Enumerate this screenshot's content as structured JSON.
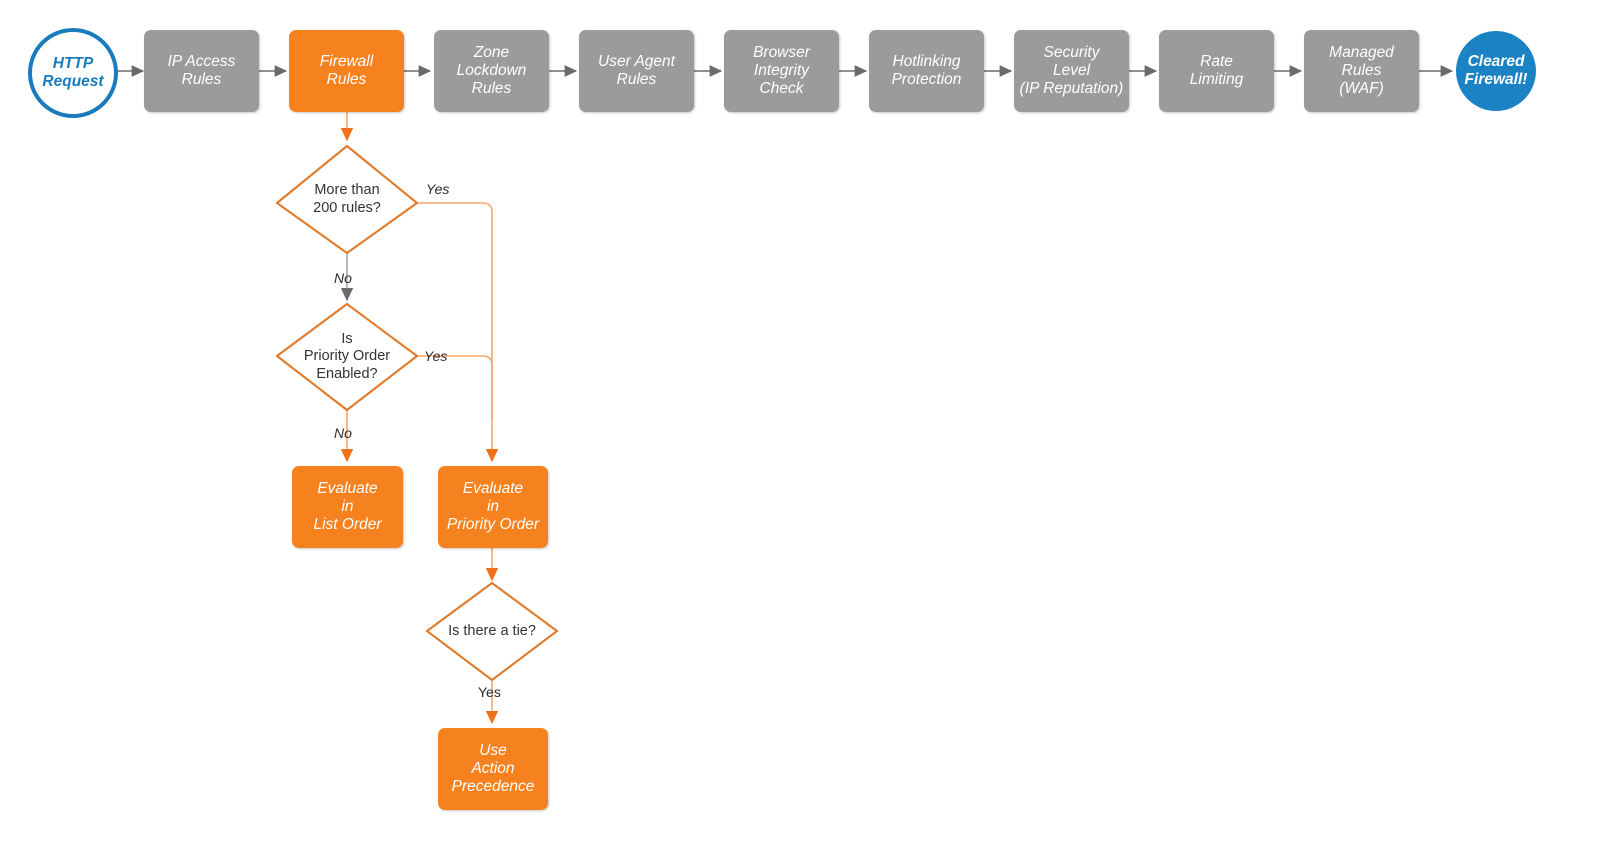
{
  "diagram": {
    "title": "Cloudflare firewall evaluation order flowchart",
    "colors": {
      "orange": "#f6821f",
      "orange_light": "#f9a56a",
      "gray": "#9b9b9b",
      "blue": "#1b82c4",
      "blue_border": "#1b7cbd",
      "text_dark": "#333333",
      "background": "#ffffff"
    }
  },
  "pipeline": {
    "start": {
      "label": "HTTP Request",
      "line1": "HTTP",
      "line2": "Request",
      "shape": "circle",
      "color": "blue-outline"
    },
    "steps": [
      {
        "id": "ip-access-rules",
        "lines": [
          "IP Access",
          "Rules"
        ],
        "color": "gray"
      },
      {
        "id": "firewall-rules",
        "lines": [
          "Firewall",
          "Rules"
        ],
        "color": "orange"
      },
      {
        "id": "zone-lockdown-rules",
        "lines": [
          "Zone",
          "Lockdown",
          "Rules"
        ],
        "color": "gray"
      },
      {
        "id": "user-agent-rules",
        "lines": [
          "User Agent",
          "Rules"
        ],
        "color": "gray"
      },
      {
        "id": "browser-integrity",
        "lines": [
          "Browser",
          "Integrity",
          "Check"
        ],
        "color": "gray"
      },
      {
        "id": "hotlinking",
        "lines": [
          "Hotlinking",
          "Protection"
        ],
        "color": "gray"
      },
      {
        "id": "security-level",
        "lines": [
          "Security",
          "Level",
          "(IP Reputation)"
        ],
        "color": "gray"
      },
      {
        "id": "rate-limiting",
        "lines": [
          "Rate",
          "Limiting"
        ],
        "color": "gray"
      },
      {
        "id": "managed-rules",
        "lines": [
          "Managed",
          "Rules",
          "(WAF)"
        ],
        "color": "gray"
      }
    ],
    "end": {
      "label": "Cleared Firewall!",
      "line1": "Cleared",
      "line2": "Firewall!",
      "shape": "circle",
      "color": "blue-filled"
    }
  },
  "branch": {
    "decisions": [
      {
        "id": "more-than-200-rules",
        "lines": [
          "More than",
          "200 rules?"
        ],
        "yes": "Yes",
        "no": "No"
      },
      {
        "id": "priority-order",
        "lines": [
          "Is",
          "Priority Order",
          "Enabled?"
        ],
        "yes": "Yes",
        "no": "No"
      },
      {
        "id": "is-there-a-tie",
        "lines": [
          "Is there a tie?"
        ],
        "yes": "Yes",
        "no": ""
      }
    ],
    "outcomes": [
      {
        "id": "evaluate-list-order",
        "lines": [
          "Evaluate",
          "in",
          "List Order"
        ],
        "color": "orange"
      },
      {
        "id": "evaluate-priority-order",
        "lines": [
          "Evaluate",
          "in",
          "Priority Order"
        ],
        "color": "orange"
      },
      {
        "id": "use-action-precedence",
        "lines": [
          "Use",
          "Action",
          "Precedence"
        ],
        "color": "orange"
      }
    ],
    "edge_labels": {
      "d1_yes": "Yes",
      "d1_no": "No",
      "d2_yes": "Yes",
      "d2_no": "No",
      "d3_yes": "Yes"
    }
  }
}
